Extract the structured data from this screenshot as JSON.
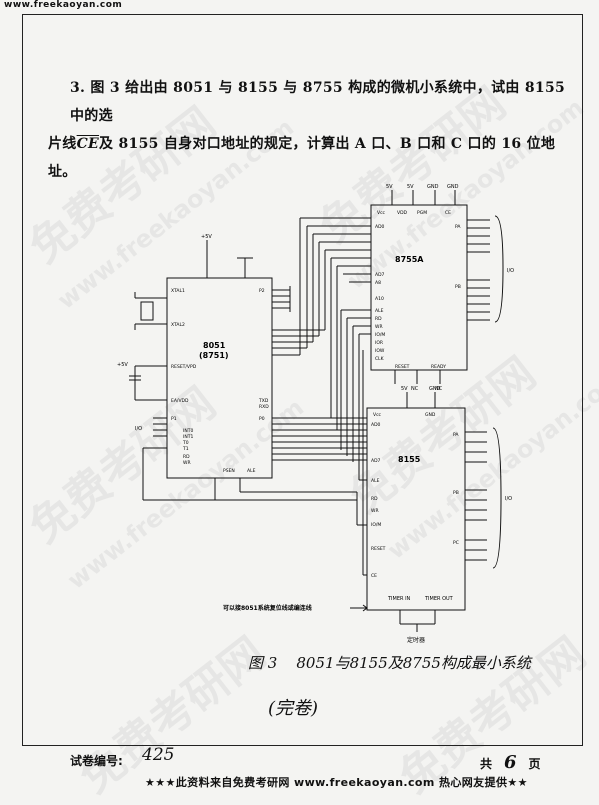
{
  "header": {
    "url": "www.freekaoyan.com"
  },
  "question": {
    "line1": "3. 图 3 给出由 8051 与 8155 与 8755 构成的微机小系统中，试由 8155 中的选",
    "line2_pre": "片线",
    "line2_ce": "CE",
    "line2_post": "及 8155 自身对口地址的规定，计算出 A 口、B 口和 C 口的 16 位地址。"
  },
  "diagram": {
    "chips": {
      "mcu": {
        "name1": "8051",
        "name2": "(8751)"
      },
      "eprom": {
        "name": "8755A"
      },
      "ram_io": {
        "name": "8155"
      }
    },
    "pins_8051": [
      "XTAL1",
      "XTAL2",
      "RESET/VPD",
      "EA/VDD",
      "P1",
      "INT0",
      "INT1",
      "T0",
      "T1",
      "RD",
      "WR",
      "ALE",
      "PSEN",
      "P2",
      "P0",
      "TXD",
      "RXD"
    ],
    "pins_8755": [
      "Vcc",
      "VDD",
      "PGM",
      "CE",
      "AD0",
      "AD7",
      "A8",
      "A10",
      "ALE",
      "RD",
      "WR",
      "IO/M",
      "IOR",
      "IOW",
      "CLK",
      "RESET",
      "READY",
      "PA",
      "PB"
    ],
    "pins_8155": [
      "Vcc",
      "GND",
      "AD0",
      "AD7",
      "ALE",
      "RD",
      "WR",
      "IO/M",
      "RESET",
      "CE",
      "PA",
      "PB",
      "PC"
    ],
    "supply_labels": [
      "5V",
      "5V",
      "GND",
      "GND",
      "+5V",
      "5V",
      "+5V",
      "GND",
      "NC",
      "NC"
    ],
    "io_labels": [
      "I/O",
      "I/O",
      "I/O"
    ],
    "timer_labels": {
      "timer_in": "TIMER IN",
      "timer_out": "TIMER OUT",
      "timer_block": "定时器"
    },
    "note": "可以接8051系统复位线或编连线"
  },
  "caption": {
    "fig": "图 3",
    "text": "8051与8155及8755构成最小系统"
  },
  "end_mark": "(完卷)",
  "paper_no": {
    "label": "试卷编号:",
    "value": "425"
  },
  "pages": {
    "prefix": "共",
    "value": "6",
    "suffix": "页"
  },
  "footer": "★★★此资料来自免费考研网 www.freekaoyan.com 热心网友提供★★",
  "watermarks": {
    "cn": "免费考研网",
    "en": "www.freekaoyan.com"
  }
}
